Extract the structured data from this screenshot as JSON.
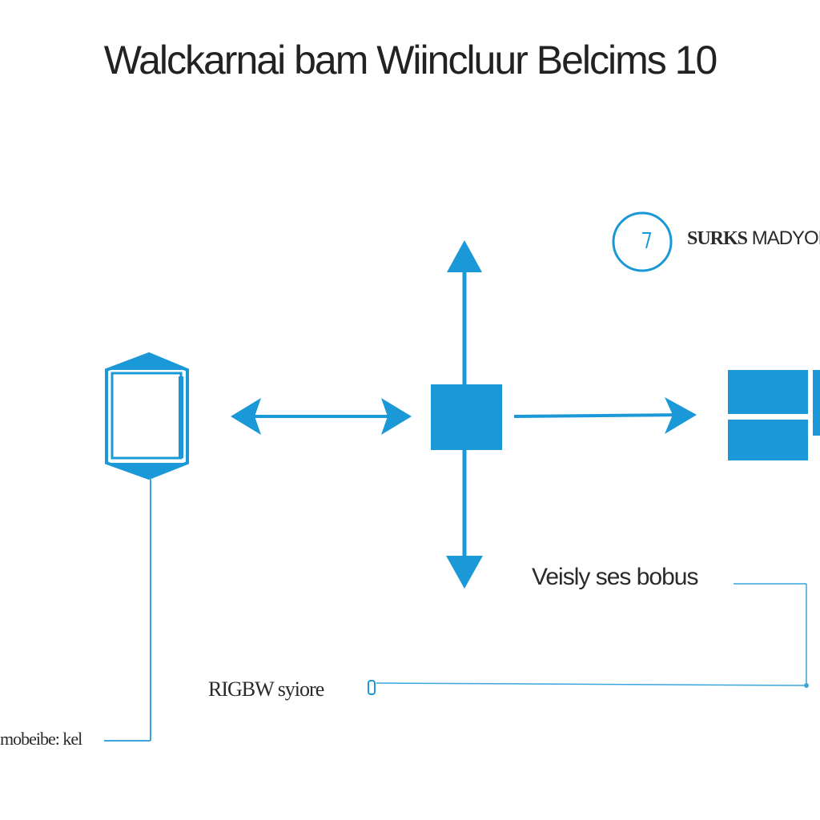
{
  "diagram": {
    "title": "Walckarnai bam Wiincluur Belcims 10",
    "labels": {
      "status": "SURKS",
      "status_suffix": "MADYOR",
      "verify": "Veisly ses bobus",
      "review": "RIGBW syiore",
      "bottom": "mobeibe: kel"
    }
  },
  "colors": {
    "accent": "#1a98d8",
    "connector": "#3aa6dc",
    "text": "#2a2a2a"
  },
  "icons": {
    "left_node": "document-book-icon",
    "center_node": "square-block-icon",
    "right_node": "stacked-window-icon",
    "status": "clock-icon"
  }
}
